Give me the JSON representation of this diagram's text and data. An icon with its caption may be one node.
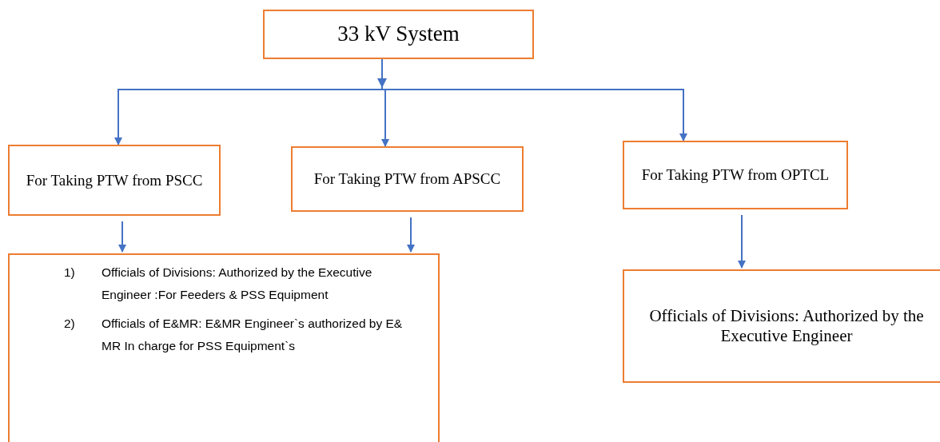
{
  "diagram": {
    "nodes": [
      {
        "text": [
          "33 kV System"
        ]
      },
      {
        "text": [
          "For Taking PTW from PSCC"
        ]
      },
      {
        "text": [
          "For Taking PTW from APSCC"
        ]
      },
      {
        "text": [
          "For Taking PTW from OPTCL"
        ]
      },
      {
        "text": [
          "1) Officials of Divisions: Authorized by the Executive Engineer :For Feeders & PSS Equipment",
          "2) Officials of E&MR: E&MR Engineer`s authorized by E& MR In charge for PSS Equipment`s"
        ]
      },
      {
        "text": [
          "Officials of Divisions: Authorized by the Executive Engineer"
        ]
      }
    ],
    "edges": [
      {
        "from": 0,
        "to": 1,
        "arrow": "to"
      },
      {
        "from": 0,
        "to": 2,
        "arrow": "to"
      },
      {
        "from": 0,
        "to": 3,
        "arrow": "to"
      },
      {
        "from": 1,
        "to": 4,
        "arrow": "to"
      },
      {
        "from": 2,
        "to": 4,
        "arrow": "to"
      },
      {
        "from": 3,
        "to": 5,
        "arrow": "to"
      }
    ]
  }
}
